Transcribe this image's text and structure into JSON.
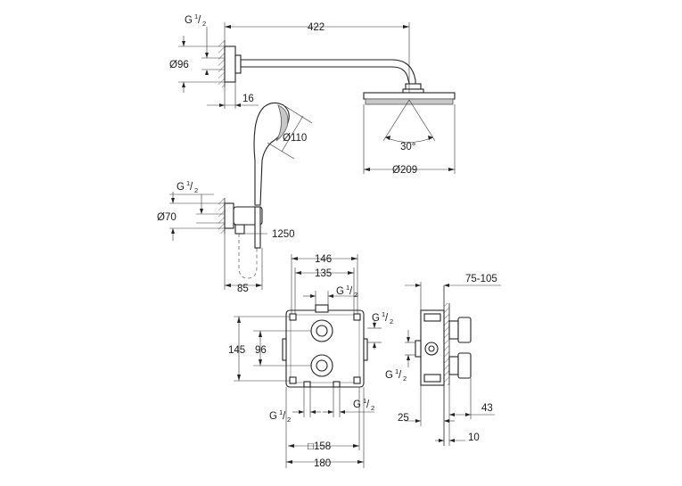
{
  "overhead_shower": {
    "dim_arm_length": "422",
    "dim_flange_diameter": "Ø96",
    "dim_wall_offset": "16",
    "dim_spray_angle": "30°",
    "dim_head_diameter": "Ø209",
    "thread_g": "G",
    "thread_frac_num": "1",
    "thread_frac_den": "2"
  },
  "hand_shower": {
    "dim_head_diameter": "Ø110",
    "dim_outlet_diameter": "Ø70",
    "dim_hose_length": "1250",
    "dim_projection": "85",
    "thread_g": "G",
    "thread_frac_num": "1",
    "thread_frac_den": "2"
  },
  "front_view": {
    "dim_outer_width": "146",
    "dim_inner_width": "135",
    "dim_height_outer": "145",
    "dim_height_inner": "96",
    "dim_square": "□158",
    "dim_plate_width": "180",
    "thread_top": {
      "g": "G",
      "num": "1",
      "den": "2"
    },
    "thread_side": {
      "g": "G",
      "num": "1",
      "den": "2"
    },
    "thread_bottom_left": {
      "g": "G",
      "num": "1",
      "den": "2"
    },
    "thread_bottom_right": {
      "g": "G",
      "num": "1",
      "den": "2"
    }
  },
  "side_view": {
    "dim_install_depth": "75-105",
    "dim_wall_gap": "25",
    "dim_projection": "43",
    "dim_plate_thickness": "10",
    "thread_left": {
      "g": "G",
      "num": "1",
      "den": "2"
    }
  }
}
